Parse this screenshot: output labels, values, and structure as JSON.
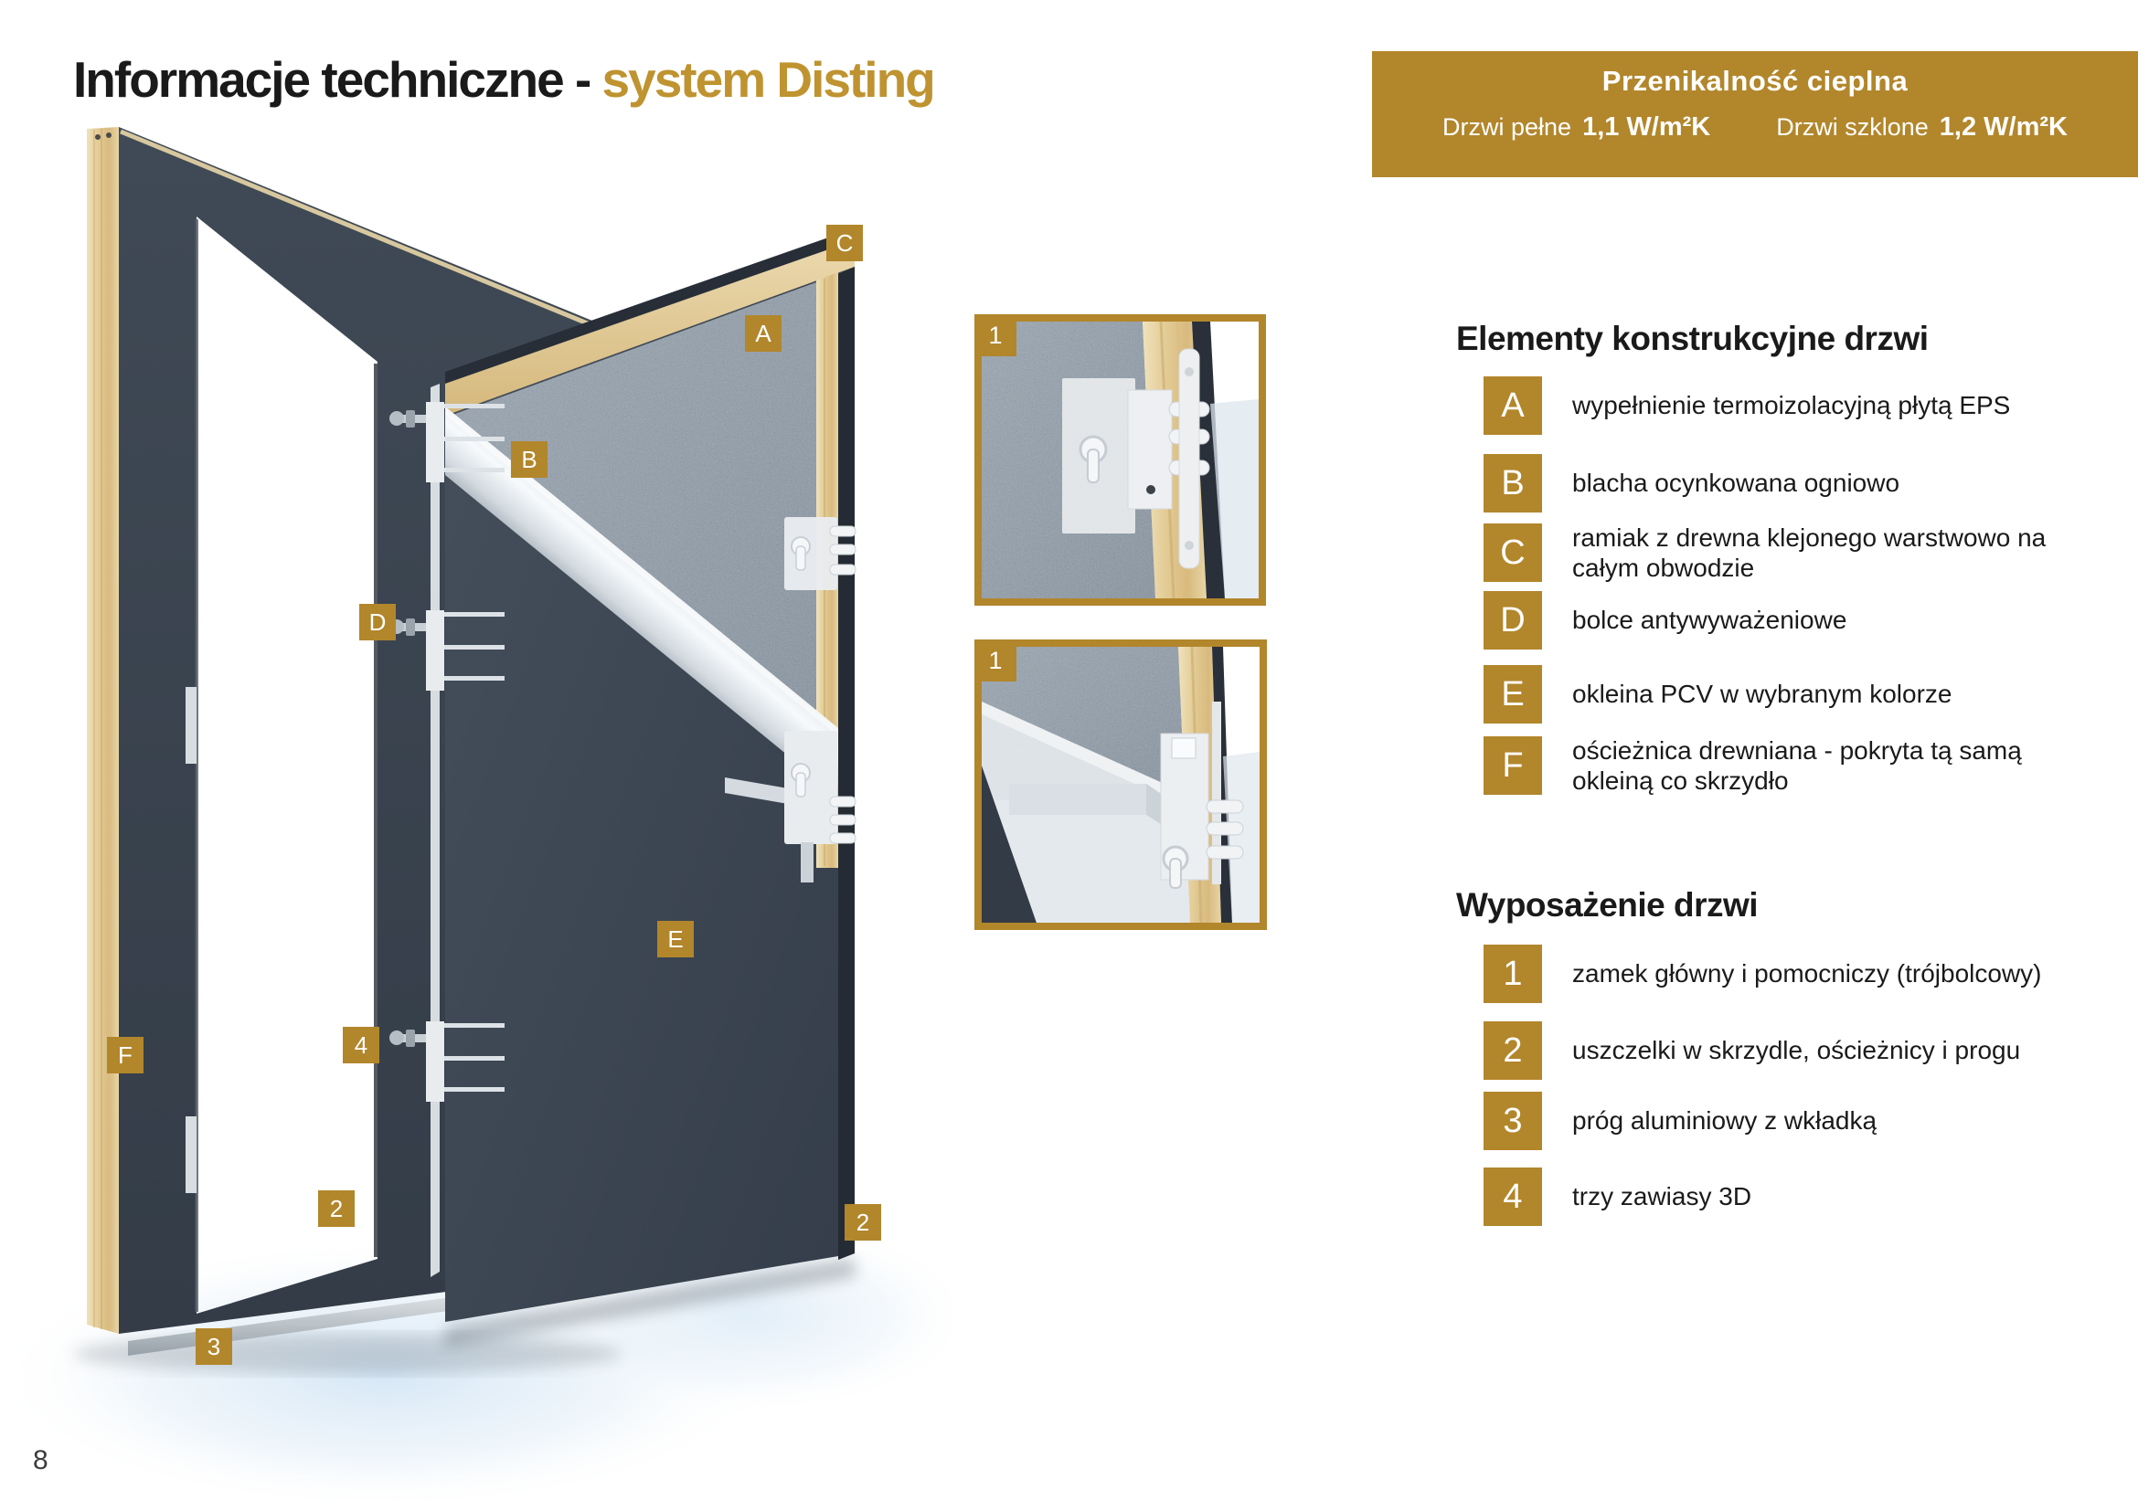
{
  "page": {
    "number": "8"
  },
  "title": {
    "black": "Informacje techniczne - ",
    "gold": "system Disting"
  },
  "thermal_banner": {
    "title": "Przenikalność cieplna",
    "specs": [
      {
        "label": "Drzwi pełne",
        "value": "1,1 W/m²K"
      },
      {
        "label": "Drzwi szklone",
        "value": "1,2 W/m²K"
      }
    ]
  },
  "construction": {
    "heading": "Elementy konstrukcyjne drzwi",
    "items": [
      {
        "key": "A",
        "label": "wypełnienie termoizolacyjną płytą EPS"
      },
      {
        "key": "B",
        "label": "blacha ocynkowana ogniowo"
      },
      {
        "key": "C",
        "label": "ramiak z drewna klejonego warstwowo na całym obwodzie"
      },
      {
        "key": "D",
        "label": "bolce antywyważeniowe"
      },
      {
        "key": "E",
        "label": "okleina PCV w wybranym kolorze"
      },
      {
        "key": "F",
        "label": "ościeżnica drewniana - pokryta tą samą okleiną co skrzydło"
      }
    ]
  },
  "equipment": {
    "heading": "Wyposażenie drzwi",
    "items": [
      {
        "key": "1",
        "label": "zamek główny i pomocniczy (trójbolcowy)"
      },
      {
        "key": "2",
        "label": "uszczelki w skrzydle, ościeżnicy i progu"
      },
      {
        "key": "3",
        "label": "próg aluminiowy z wkładką"
      },
      {
        "key": "4",
        "label": "trzy zawiasy 3D"
      }
    ]
  },
  "diagram": {
    "badges": [
      {
        "label": "C"
      },
      {
        "label": "A"
      },
      {
        "label": "B"
      },
      {
        "label": "D"
      },
      {
        "label": "E"
      },
      {
        "label": "F"
      },
      {
        "label": "4"
      },
      {
        "label": "2"
      },
      {
        "label": "2"
      },
      {
        "label": "3"
      }
    ],
    "details": [
      {
        "label": "1"
      },
      {
        "label": "1"
      }
    ]
  },
  "colors": {
    "gold": "#B2862B",
    "title_gold": "#BF9330",
    "text": "#1A1A1A",
    "dark_panel": "#3C4450",
    "wood": "#E3CC96",
    "eps_panel": "#93A5B8",
    "steel_sheet": "#E8EDF1"
  }
}
